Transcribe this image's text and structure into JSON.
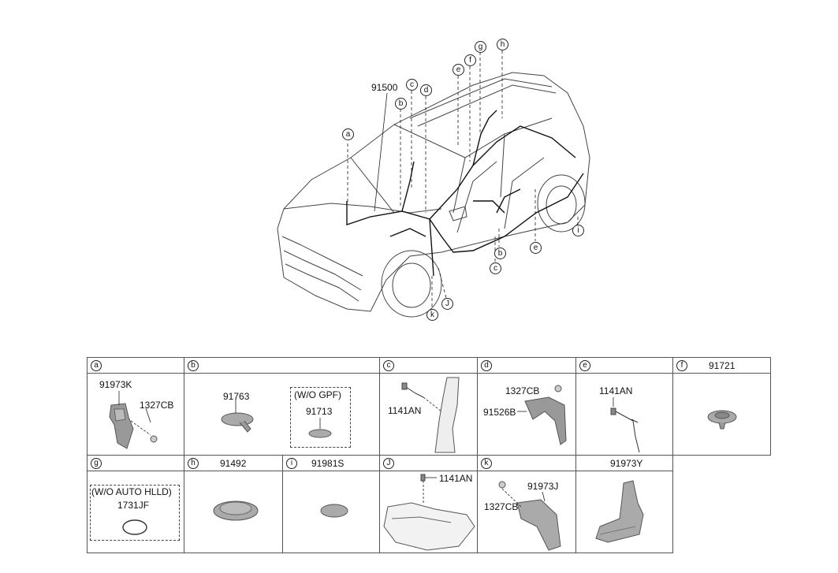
{
  "overview": {
    "main_part": "91500",
    "callouts": [
      "a",
      "b",
      "c",
      "d",
      "e",
      "f",
      "g",
      "h",
      "b",
      "c",
      "e",
      "i",
      "k",
      "J"
    ]
  },
  "cells": [
    {
      "letter": "a",
      "parts": [
        "91973K",
        "1327CB"
      ]
    },
    {
      "letter": "b",
      "parts": [
        "91763",
        "91713"
      ],
      "note": "(W/O GPF)"
    },
    {
      "letter": "c",
      "parts": [
        "1141AN"
      ]
    },
    {
      "letter": "d",
      "parts": [
        "1327CB",
        "91526B"
      ]
    },
    {
      "letter": "e",
      "parts": [
        "1141AN"
      ]
    },
    {
      "letter": "f",
      "header_part": "91721"
    },
    {
      "letter": "g",
      "parts": [
        "1731JF"
      ],
      "note": "(W/O AUTO HLLD)"
    },
    {
      "letter": "h",
      "header_part": "91492"
    },
    {
      "letter": "i",
      "header_part": "91981S"
    },
    {
      "letter": "J",
      "parts": [
        "1141AN"
      ]
    },
    {
      "letter": "k",
      "parts": [
        "1327CB",
        "91973J"
      ]
    },
    {
      "letter": "",
      "header_part": "91973Y"
    }
  ]
}
